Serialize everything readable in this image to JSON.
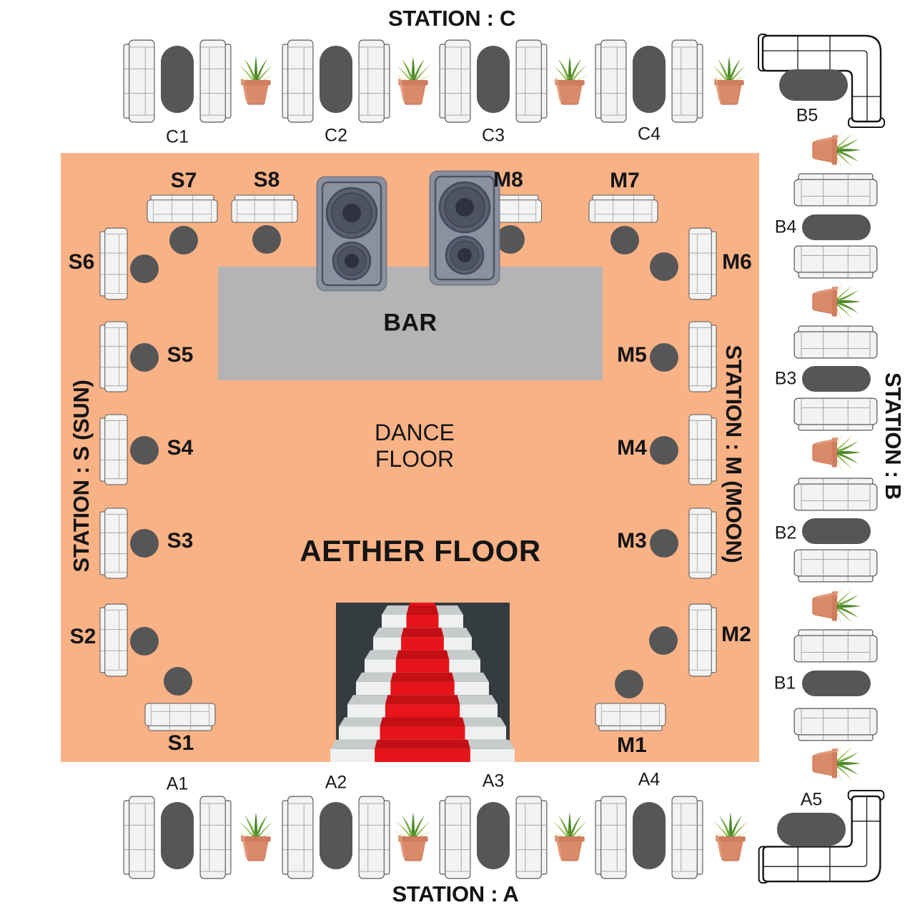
{
  "floor": {
    "title": "AETHER FLOOR",
    "dance_floor": "DANCE\nFLOOR",
    "bar": "BAR"
  },
  "stations": {
    "c": {
      "title": "STATION : C",
      "seats": [
        "C1",
        "C2",
        "C3",
        "C4"
      ]
    },
    "a": {
      "title": "STATION : A",
      "seats": [
        "A1",
        "A2",
        "A3",
        "A4"
      ]
    },
    "b": {
      "title": "STATION : B",
      "seats": [
        "B1",
        "B2",
        "B3",
        "B4",
        "B5"
      ],
      "extra_seat": "A5"
    },
    "s": {
      "title": "STATION : S (SUN)",
      "seats": [
        "S1",
        "S2",
        "S3",
        "S4",
        "S5",
        "S6",
        "S7",
        "S8"
      ]
    },
    "m": {
      "title": "STATION : M (MOON)",
      "seats": [
        "M1",
        "M2",
        "M3",
        "M4",
        "M5",
        "M6",
        "M7",
        "M8"
      ]
    }
  },
  "colors": {
    "floor_orange": "#F9B286",
    "bar_gray": "#B4B4B4",
    "table_dark": "#565656",
    "stair_background": "#353C40",
    "carpet_red_bright": "#E8141B",
    "carpet_red_dark": "#C40F14",
    "step_light": "#EFF1F1",
    "step_tread": "#C7CBCB"
  }
}
